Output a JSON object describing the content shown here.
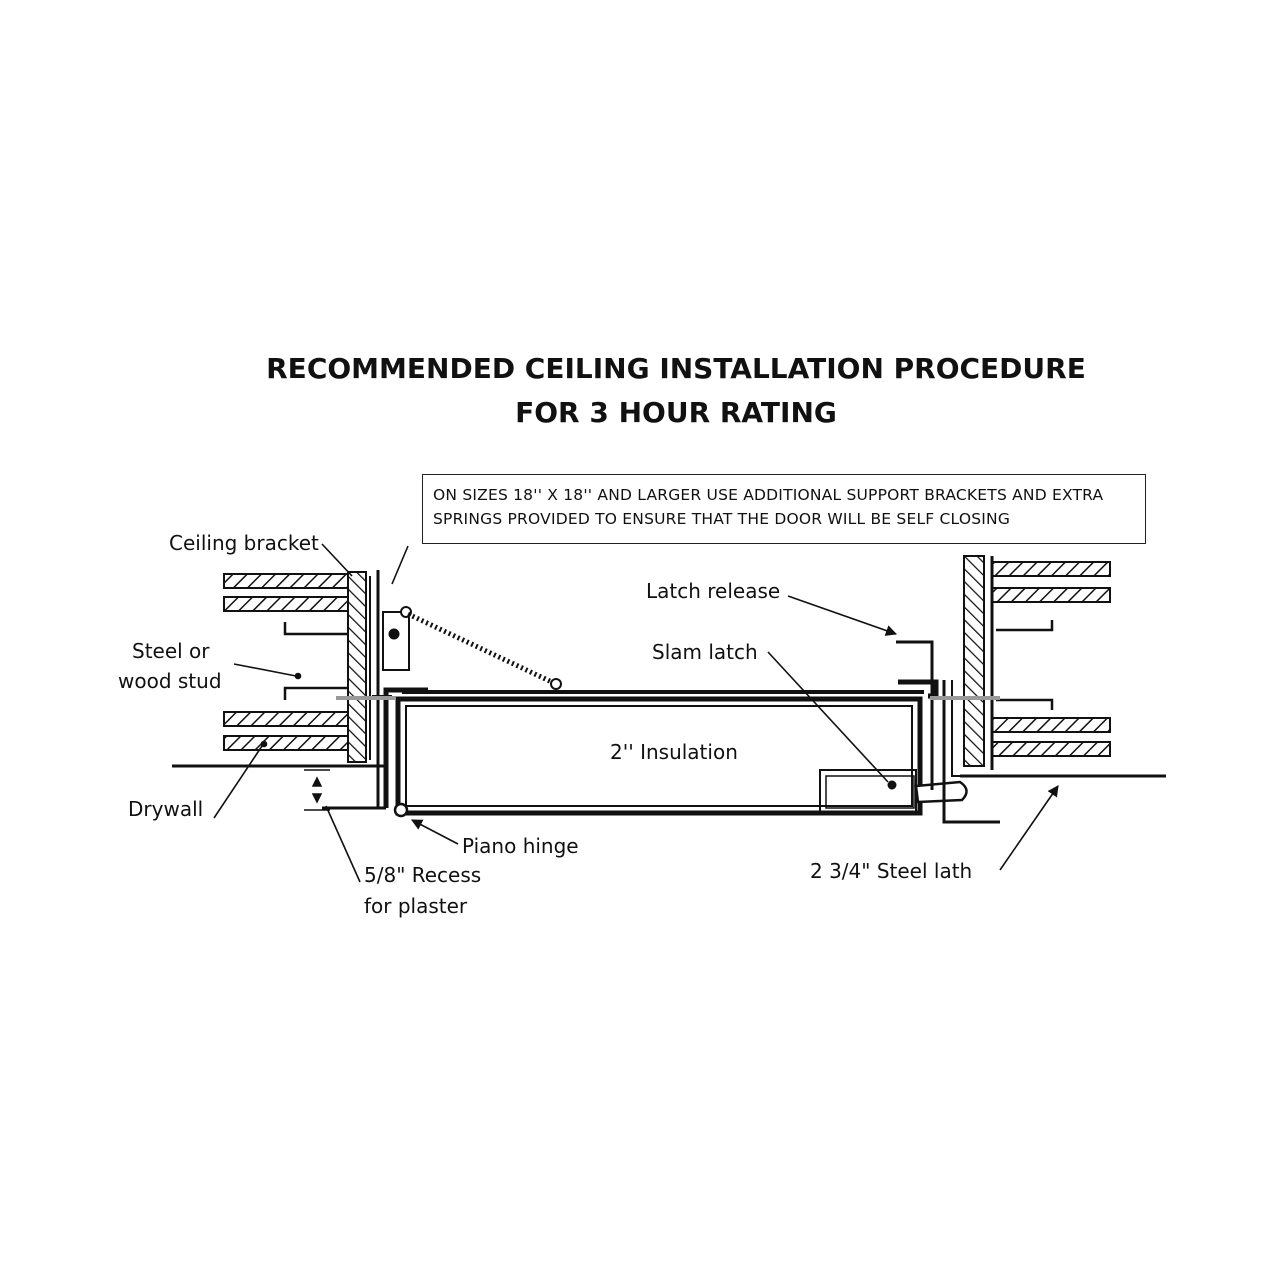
{
  "title": {
    "line1": "RECOMMENDED CEILING INSTALLATION PROCEDURE",
    "line2": "FOR 3 HOUR RATING"
  },
  "note": {
    "line1": "ON SIZES 18'' X 18'' AND LARGER USE ADDITIONAL SUPPORT BRACKETS AND EXTRA",
    "line2": "SPRINGS PROVIDED TO ENSURE THAT THE DOOR WILL BE SELF CLOSING"
  },
  "labels": {
    "ceiling_bracket": "Ceiling bracket",
    "stud_line1": "Steel or",
    "stud_line2": "wood stud",
    "drywall": "Drywall",
    "recess_line1": "5/8\" Recess",
    "recess_line2": "for plaster",
    "piano_hinge": "Piano hinge",
    "insulation": "2'' Insulation",
    "latch_release": "Latch release",
    "slam_latch": "Slam latch",
    "steel_lath": "2 3/4\" Steel lath"
  },
  "colors": {
    "ink": "#111111",
    "background": "#ffffff"
  }
}
